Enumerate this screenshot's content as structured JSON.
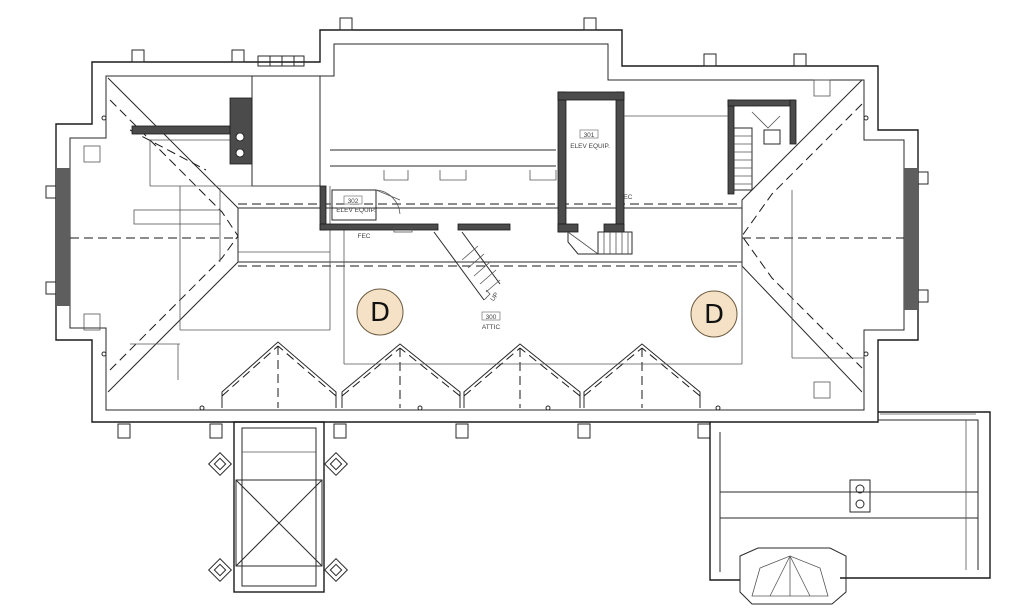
{
  "rooms": [
    {
      "number": "301",
      "name": "ELEV EQUIP."
    },
    {
      "number": "300",
      "name": "ATTIC"
    },
    {
      "number": "302",
      "name": "ELEV EQUIP."
    }
  ],
  "tags": [
    "D",
    "D"
  ],
  "notes": {
    "fec_1": "FEC",
    "fec_2": "FEC",
    "stair_up": "UP"
  }
}
